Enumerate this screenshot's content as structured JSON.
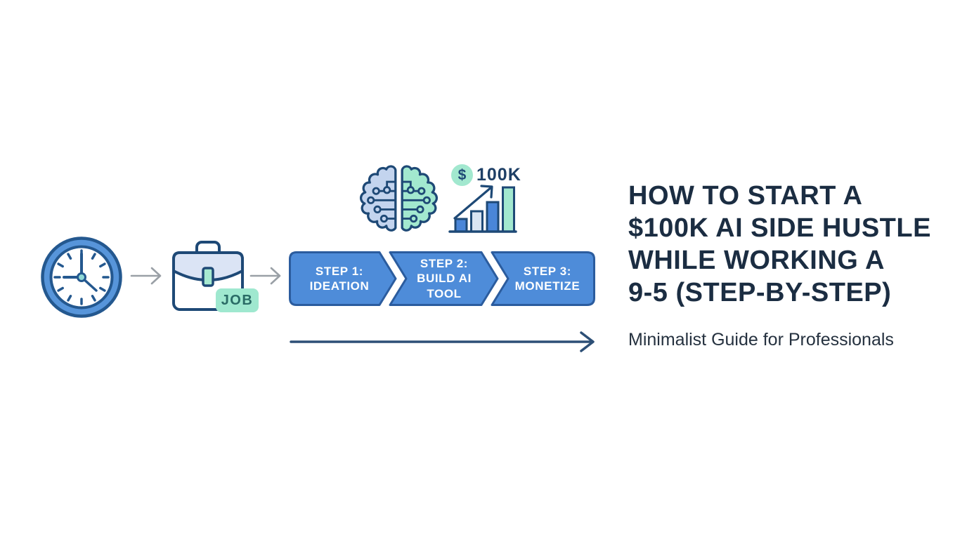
{
  "header": {
    "title": "HOW TO START A\n$100K AI SIDE HUSTLE\nWHILE WORKING A\n9-5 (STEP-BY-STEP)",
    "subtitle": "Minimalist Guide for Professionals"
  },
  "flow": {
    "job_badge_label": "JOB",
    "money_symbol": "$",
    "money_amount": "100K",
    "steps": [
      {
        "label": "STEP 1:\nIDEATION"
      },
      {
        "label": "STEP 2:\nBUILD AI\nTOOL"
      },
      {
        "label": "STEP 3:\nMONETIZE"
      }
    ],
    "icons": [
      "clock-icon",
      "arrow-right-icon",
      "briefcase-icon",
      "brain-circuit-icon",
      "dollar-circle-icon",
      "growth-bar-chart-icon",
      "timeline-arrow-icon"
    ]
  },
  "colors": {
    "background": "#ffffff",
    "navy_outline": "#1e4976",
    "tick_navy": "#24588f",
    "clock_ring_blue": "#5795da",
    "bar_blue": "#4a86d8",
    "chevron_fill": "#4e8cd9",
    "chevron_border": "#2b5c9e",
    "light_blue_fill": "#dbe4f5",
    "mint_fill": "#a2e8cf",
    "badge_fill": "#9fe8cf",
    "teal_dot": "#8fd9d6",
    "gray_arrow": "#9aa0a6",
    "timeline_arrow": "#2d4f76",
    "title_text": "#1b2d42",
    "badge_text": "#2a6b66"
  }
}
